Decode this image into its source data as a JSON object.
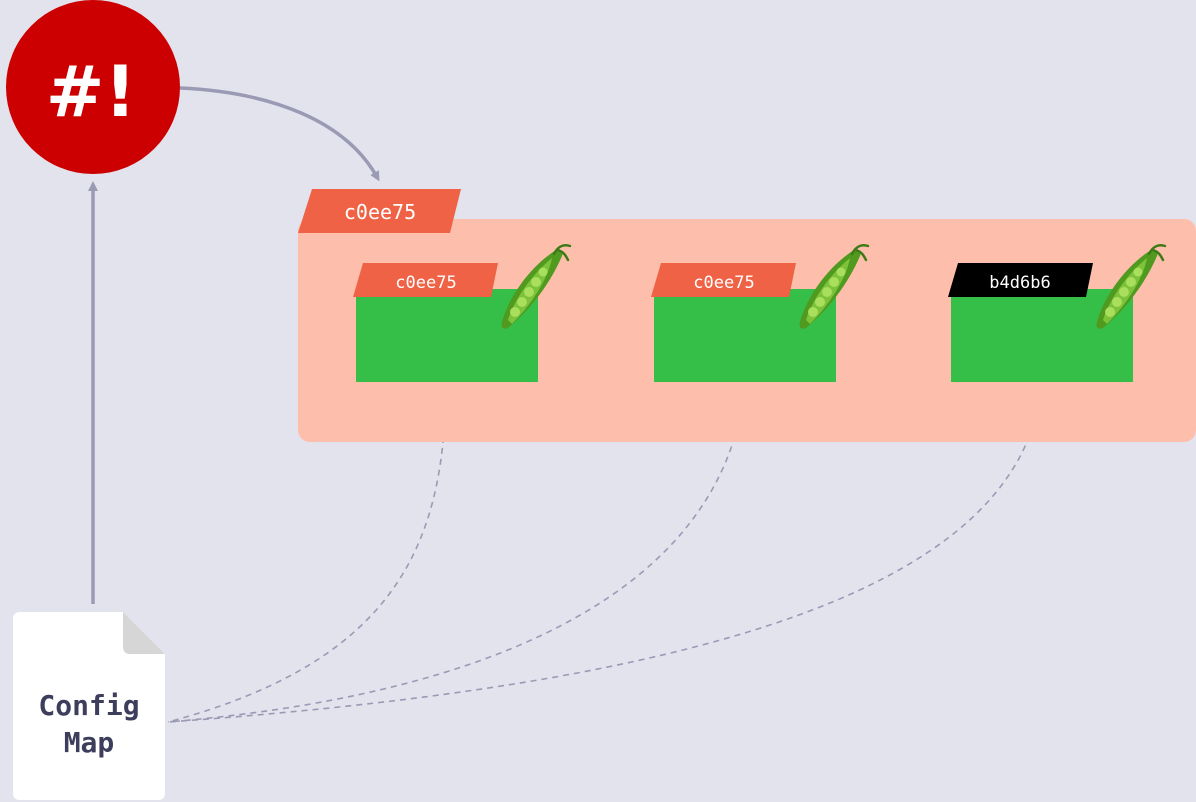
{
  "shebang": {
    "label": "#!",
    "color": "#cc0000"
  },
  "deployment": {
    "label": "c0ee75",
    "tag_color": "#f06245",
    "box_color": "#fdbfac"
  },
  "pods": [
    {
      "label": "c0ee75",
      "tag_color": "#f06245",
      "icon": "pea-pod-icon"
    },
    {
      "label": "c0ee75",
      "tag_color": "#f06245",
      "icon": "pea-pod-icon"
    },
    {
      "label": "b4d6b6",
      "tag_color": "#000000",
      "icon": "pea-pod-icon"
    }
  ],
  "pod_color": "#35bf49",
  "config_map": {
    "line1": "Config",
    "line2": "Map"
  },
  "connector_color": "#9a9ab5"
}
